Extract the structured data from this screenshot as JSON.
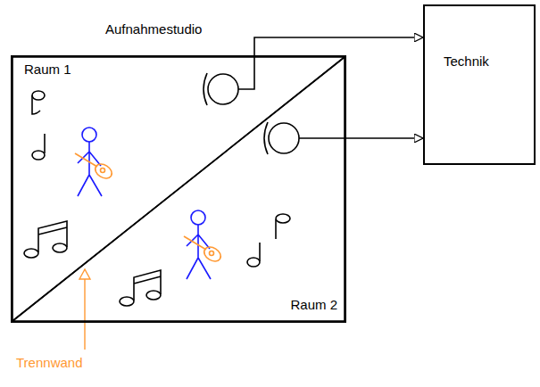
{
  "diagram": {
    "nodes": [
      {
        "text": [
          "Aufnahmestudio"
        ]
      },
      {
        "text": [
          "Raum 1"
        ],
        "in": 0
      },
      {
        "text": [
          "Raum 2"
        ],
        "in": 0
      },
      {
        "text": [
          "Technik"
        ]
      }
    ],
    "edges": [
      {
        "from": 1,
        "to": 3,
        "arrow": "to"
      },
      {
        "from": 2,
        "to": 3,
        "arrow": "to"
      }
    ],
    "labels": [
      "Trennwand"
    ]
  }
}
